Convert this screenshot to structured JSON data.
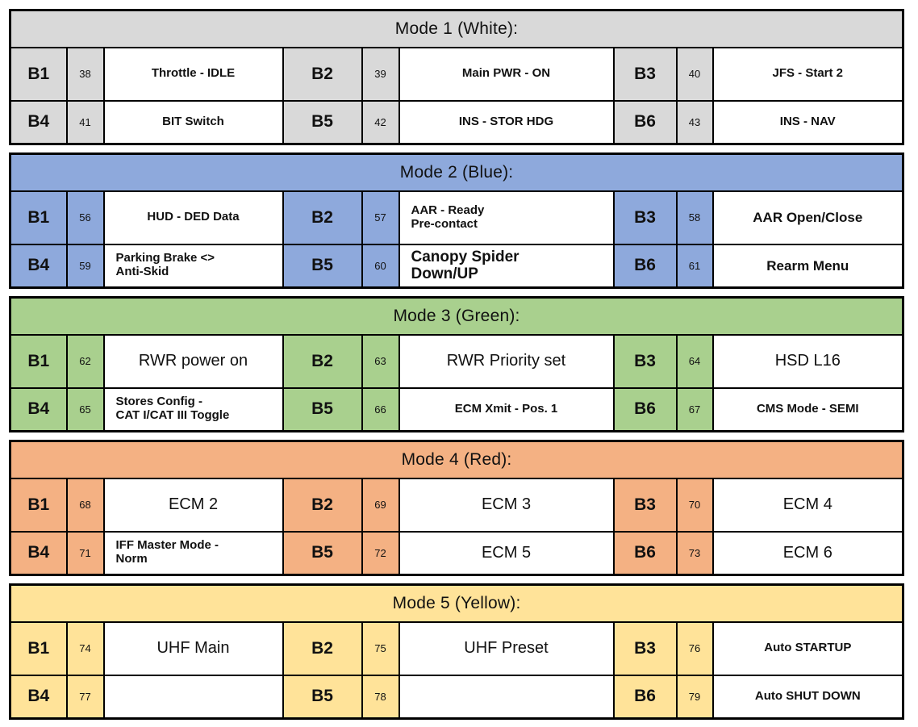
{
  "modes": [
    {
      "title": "Mode 1 (White):",
      "color": "#d9d9d9",
      "rows": [
        [
          {
            "btn": "B1",
            "num": "38",
            "desc": "Throttle - IDLE"
          },
          {
            "btn": "B2",
            "num": "39",
            "desc": "Main PWR - ON"
          },
          {
            "btn": "B3",
            "num": "40",
            "desc": "JFS - Start 2"
          }
        ],
        [
          {
            "btn": "B4",
            "num": "41",
            "desc": "BIT Switch"
          },
          {
            "btn": "B5",
            "num": "42",
            "desc": "INS - STOR HDG"
          },
          {
            "btn": "B6",
            "num": "43",
            "desc": "INS - NAV"
          }
        ]
      ]
    },
    {
      "title": "Mode 2 (Blue):",
      "color": "#8ea9dc",
      "rows": [
        [
          {
            "btn": "B1",
            "num": "56",
            "desc": "HUD - DED Data"
          },
          {
            "btn": "B2",
            "num": "57",
            "desc": "AAR - Ready\nPre-contact"
          },
          {
            "btn": "B3",
            "num": "58",
            "desc": "AAR Open/Close"
          }
        ],
        [
          {
            "btn": "B4",
            "num": "59",
            "desc": "Parking Brake <>\nAnti-Skid"
          },
          {
            "btn": "B5",
            "num": "60",
            "desc": "Canopy Spider\nDown/UP"
          },
          {
            "btn": "B6",
            "num": "61",
            "desc": "Rearm Menu"
          }
        ]
      ]
    },
    {
      "title": "Mode 3 (Green):",
      "color": "#a9d08e",
      "rows": [
        [
          {
            "btn": "B1",
            "num": "62",
            "desc": "RWR power on"
          },
          {
            "btn": "B2",
            "num": "63",
            "desc": "RWR Priority set"
          },
          {
            "btn": "B3",
            "num": "64",
            "desc": "HSD L16"
          }
        ],
        [
          {
            "btn": "B4",
            "num": "65",
            "desc": "Stores Config -\nCAT I/CAT III Toggle"
          },
          {
            "btn": "B5",
            "num": "66",
            "desc": "ECM Xmit - Pos. 1"
          },
          {
            "btn": "B6",
            "num": "67",
            "desc": "CMS Mode - SEMI"
          }
        ]
      ]
    },
    {
      "title": "Mode 4 (Red):",
      "color": "#f4b183",
      "rows": [
        [
          {
            "btn": "B1",
            "num": "68",
            "desc": "ECM 2"
          },
          {
            "btn": "B2",
            "num": "69",
            "desc": "ECM 3"
          },
          {
            "btn": "B3",
            "num": "70",
            "desc": "ECM 4"
          }
        ],
        [
          {
            "btn": "B4",
            "num": "71",
            "desc": "IFF Master Mode -\nNorm"
          },
          {
            "btn": "B5",
            "num": "72",
            "desc": "ECM 5"
          },
          {
            "btn": "B6",
            "num": "73",
            "desc": "ECM 6"
          }
        ]
      ]
    },
    {
      "title": "Mode 5 (Yellow):",
      "color": "#ffe399",
      "rows": [
        [
          {
            "btn": "B1",
            "num": "74",
            "desc": "UHF Main"
          },
          {
            "btn": "B2",
            "num": "75",
            "desc": "UHF Preset"
          },
          {
            "btn": "B3",
            "num": "76",
            "desc": "Auto STARTUP"
          }
        ],
        [
          {
            "btn": "B4",
            "num": "77",
            "desc": ""
          },
          {
            "btn": "B5",
            "num": "78",
            "desc": ""
          },
          {
            "btn": "B6",
            "num": "79",
            "desc": "Auto SHUT DOWN"
          }
        ]
      ]
    }
  ]
}
